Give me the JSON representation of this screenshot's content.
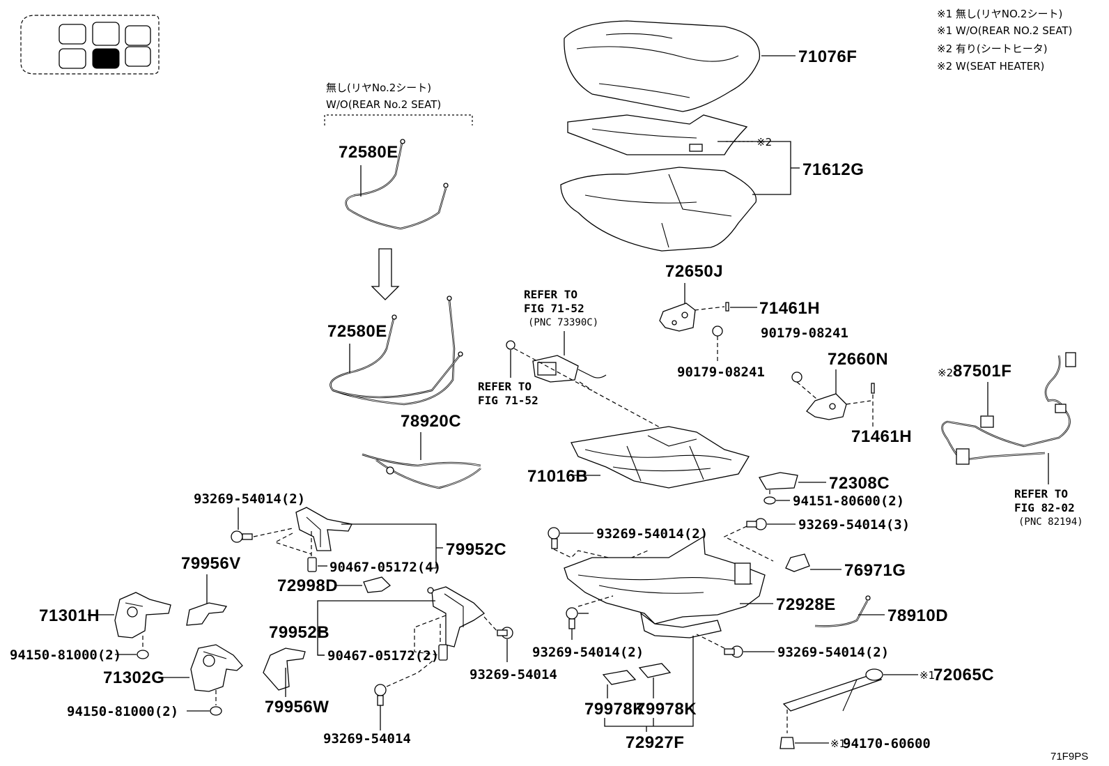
{
  "diagram_id": "71F9PS",
  "legend": [
    "※1 無し(リヤNO.2シート)",
    "※1 W/O(REAR NO.2 SEAT)",
    "※2 有り(シートヒータ)",
    "※2 W(SEAT HEATER)"
  ],
  "group_note": {
    "jp": "無し(リヤNo.2シート)",
    "en": "W/O(REAR No.2 SEAT)"
  },
  "refer_notes": {
    "refer_to": "REFER TO",
    "fig_71_52": "FIG 71-52",
    "pnc_73390c": "(PNC 73390C)",
    "fig_82_02": "FIG 82-02",
    "pnc_82194": "(PNC 82194)"
  },
  "markers": {
    "heater": "※2",
    "rear_seat": "※1"
  },
  "parts": {
    "p71076F": "71076F",
    "p71612G": "71612G",
    "p72580E_top": "72580E",
    "p72580E_bottom": "72580E",
    "p72650J": "72650J",
    "p71461H_a": "71461H",
    "p90179_a": "90179-08241",
    "p90179_b": "90179-08241",
    "p72660N": "72660N",
    "p71461H_b": "71461H",
    "p87501F": "87501F",
    "p78920C": "78920C",
    "p71016B": "71016B",
    "p72308C": "72308C",
    "p94151": "94151-80600(2)",
    "p93269_2_left": "93269-54014(2)",
    "p79952C": "79952C",
    "p90467_4": "90467-05172(4)",
    "p72998D": "72998D",
    "p79956V": "79956V",
    "p71301H": "71301H",
    "p94150_a": "94150-81000(2)",
    "p71302G": "71302G",
    "p94150_b": "94150-81000(2)",
    "p79956W": "79956W",
    "p79952B": "79952B",
    "p90467_2": "90467-05172(2)",
    "p93269_single_a": "93269-54014",
    "p93269_single_b": "93269-54014",
    "p93269_2_mid": "93269-54014(2)",
    "p93269_3": "93269-54014(3)",
    "p76971G": "76971G",
    "p72928E": "72928E",
    "p78910D": "78910D",
    "p93269_2_low": "93269-54014(2)",
    "p93269_2_right": "93269-54014(2)",
    "p79978K_a": "79978K",
    "p79978K_b": "79978K",
    "p72927F": "72927F",
    "p72065C": "72065C",
    "p94170": "94170-60600"
  }
}
